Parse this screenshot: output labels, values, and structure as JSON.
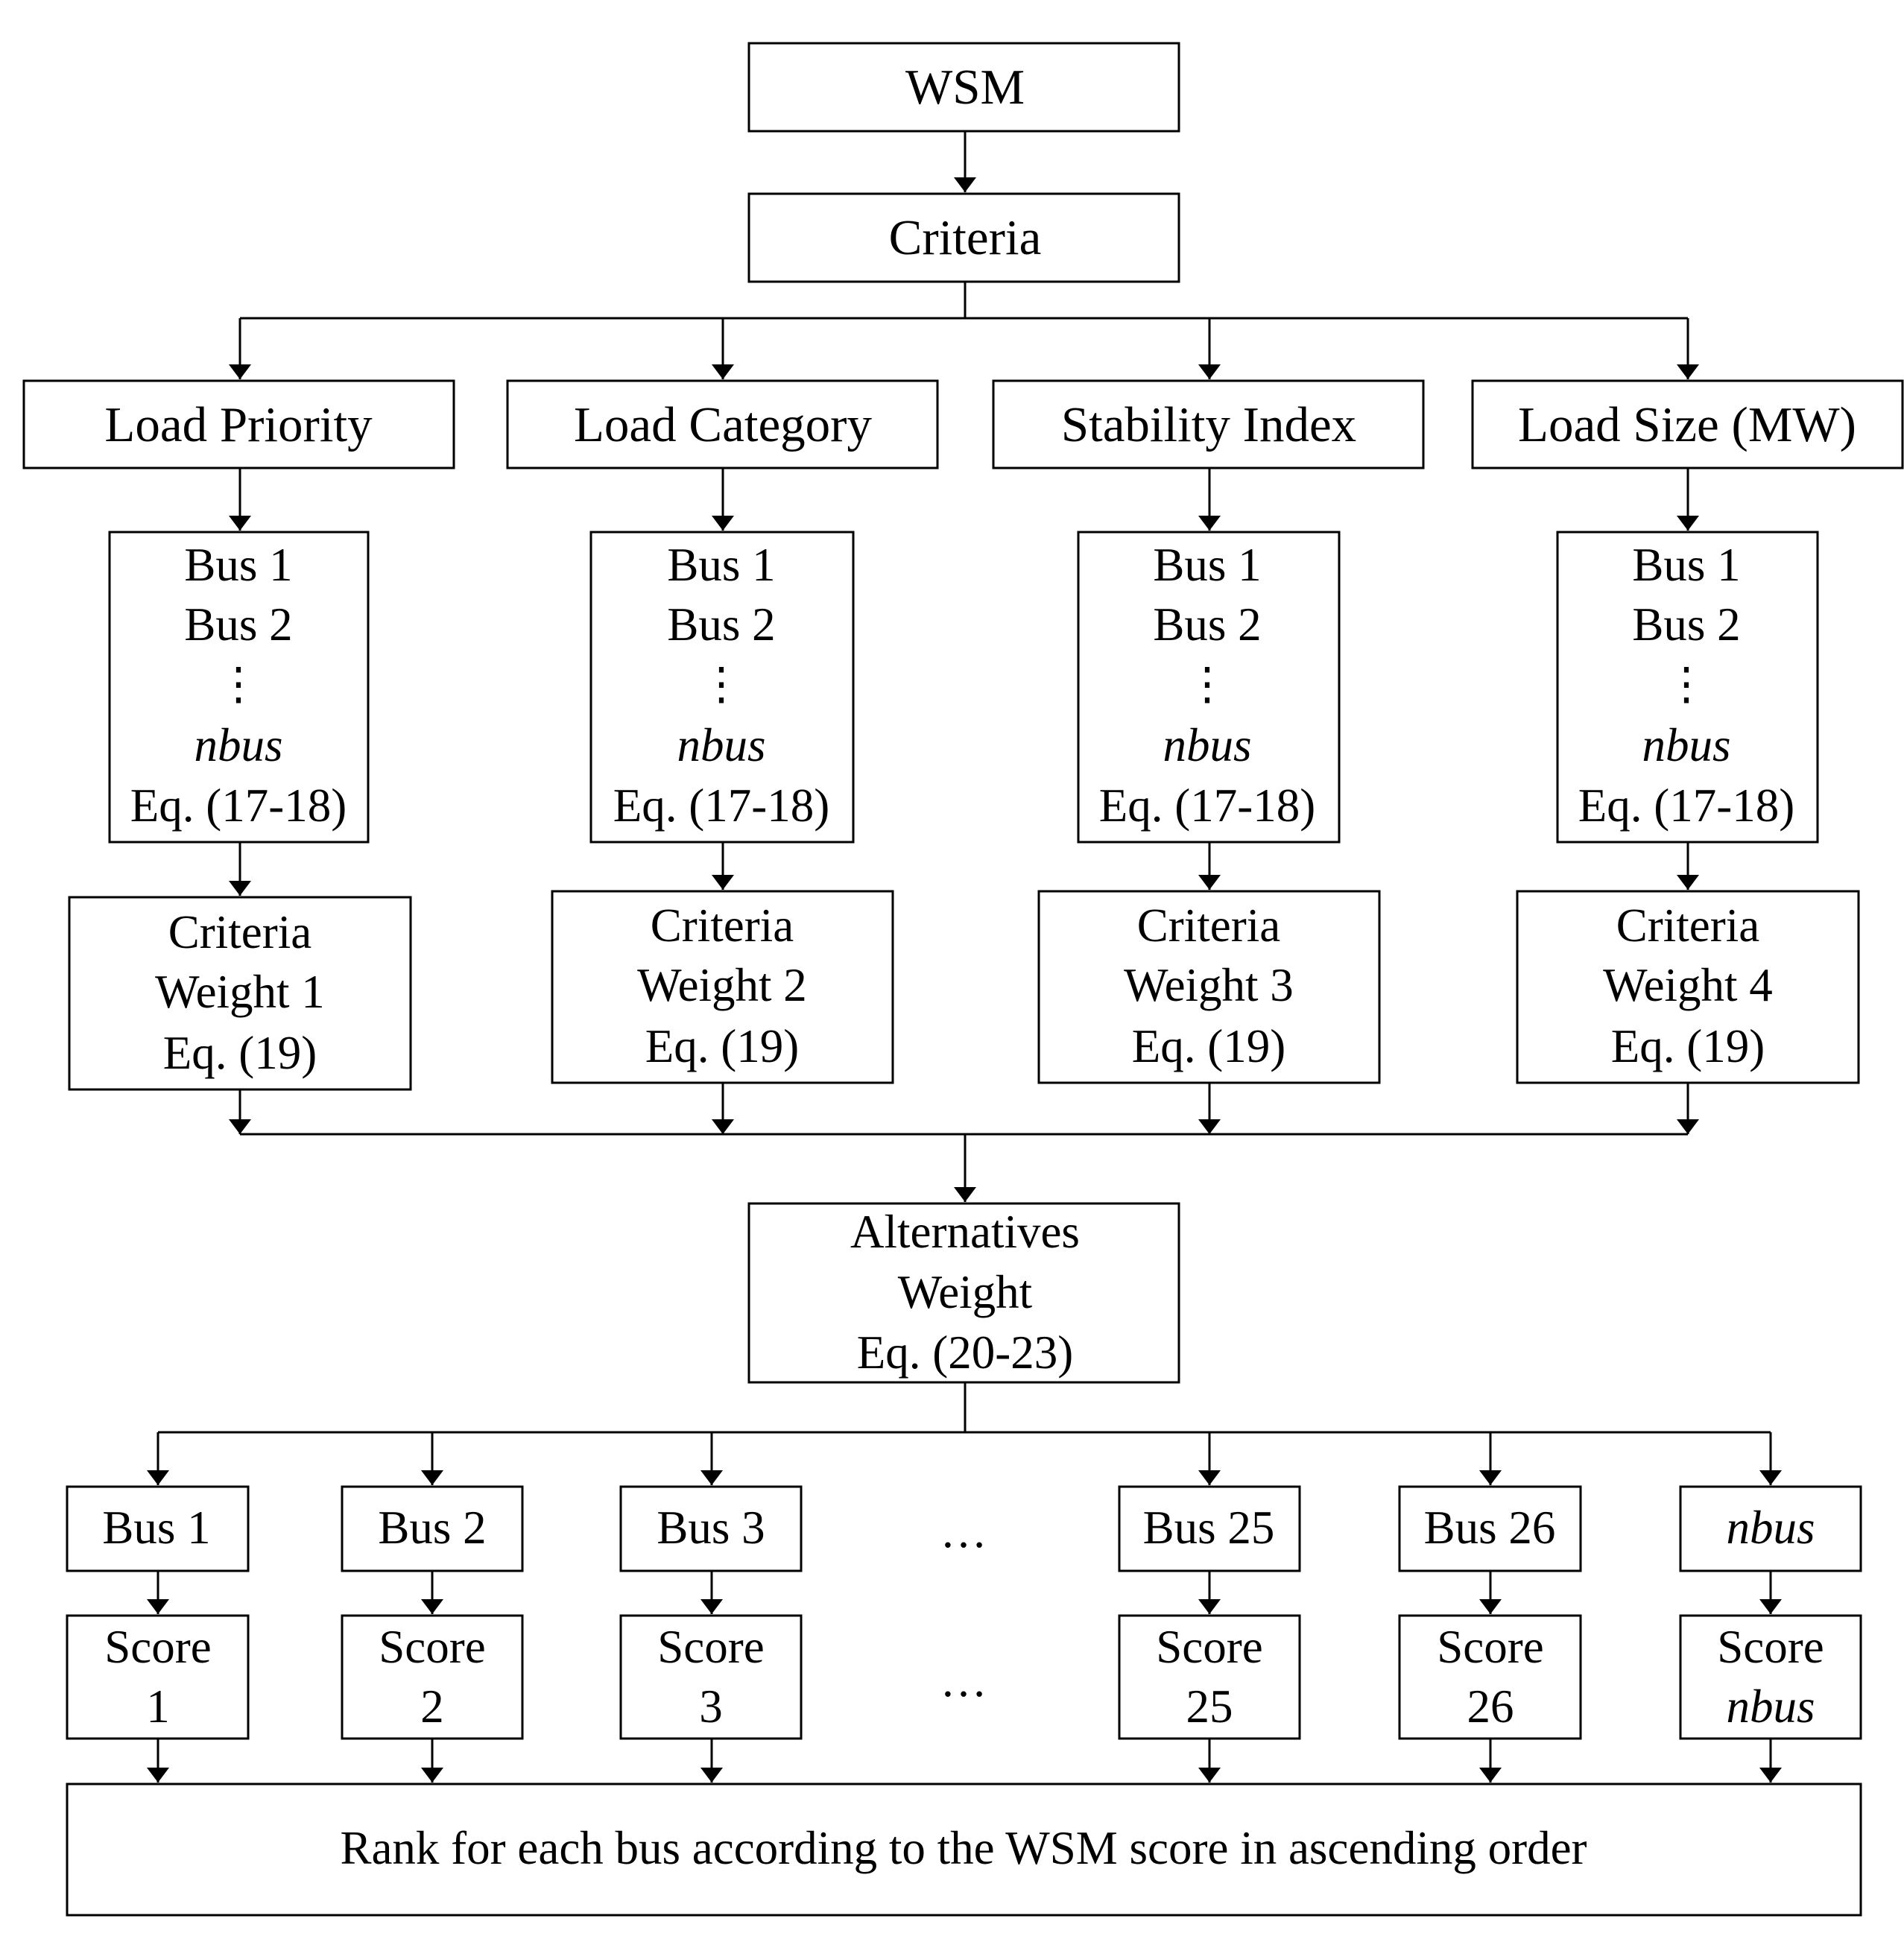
{
  "top": {
    "wsm": "WSM",
    "criteria": "Criteria"
  },
  "columns": [
    {
      "criterion": "Load Priority",
      "bus1": "Bus 1",
      "bus2": "Bus 2",
      "vdots": "⋮",
      "nbus": "nbus",
      "eq": "Eq. (17-18)",
      "w1": "Criteria",
      "w2": "Weight 1",
      "w3": "Eq. (19)"
    },
    {
      "criterion": "Load Category",
      "bus1": "Bus 1",
      "bus2": "Bus 2",
      "vdots": "⋮",
      "nbus": "nbus",
      "eq": "Eq. (17-18)",
      "w1": "Criteria",
      "w2": "Weight 2",
      "w3": "Eq. (19)"
    },
    {
      "criterion": "Stability Index",
      "bus1": "Bus 1",
      "bus2": "Bus 2",
      "vdots": "⋮",
      "nbus": "nbus",
      "eq": "Eq. (17-18)",
      "w1": "Criteria",
      "w2": "Weight 3",
      "w3": "Eq. (19)"
    },
    {
      "criterion": "Load Size (MW)",
      "bus1": "Bus 1",
      "bus2": "Bus 2",
      "vdots": "⋮",
      "nbus": "nbus",
      "eq": "Eq. (17-18)",
      "w1": "Criteria",
      "w2": "Weight 4",
      "w3": "Eq. (19)"
    }
  ],
  "alternatives": {
    "l1": "Alternatives",
    "l2": "Weight",
    "l3": "Eq. (20-23)"
  },
  "buses": [
    {
      "bus": "Bus 1",
      "score": "Score",
      "num": "1"
    },
    {
      "bus": "Bus 2",
      "score": "Score",
      "num": "2"
    },
    {
      "bus": "Bus 3",
      "score": "Score",
      "num": "3"
    },
    {
      "bus": "Bus 25",
      "score": "Score",
      "num": "25"
    },
    {
      "bus": "Bus 26",
      "score": "Score",
      "num": "26"
    },
    {
      "bus": "nbus",
      "score": "Score",
      "num": "nbus"
    }
  ],
  "ellipsis": "…",
  "rank": "Rank for each bus according to the WSM score in ascending order"
}
